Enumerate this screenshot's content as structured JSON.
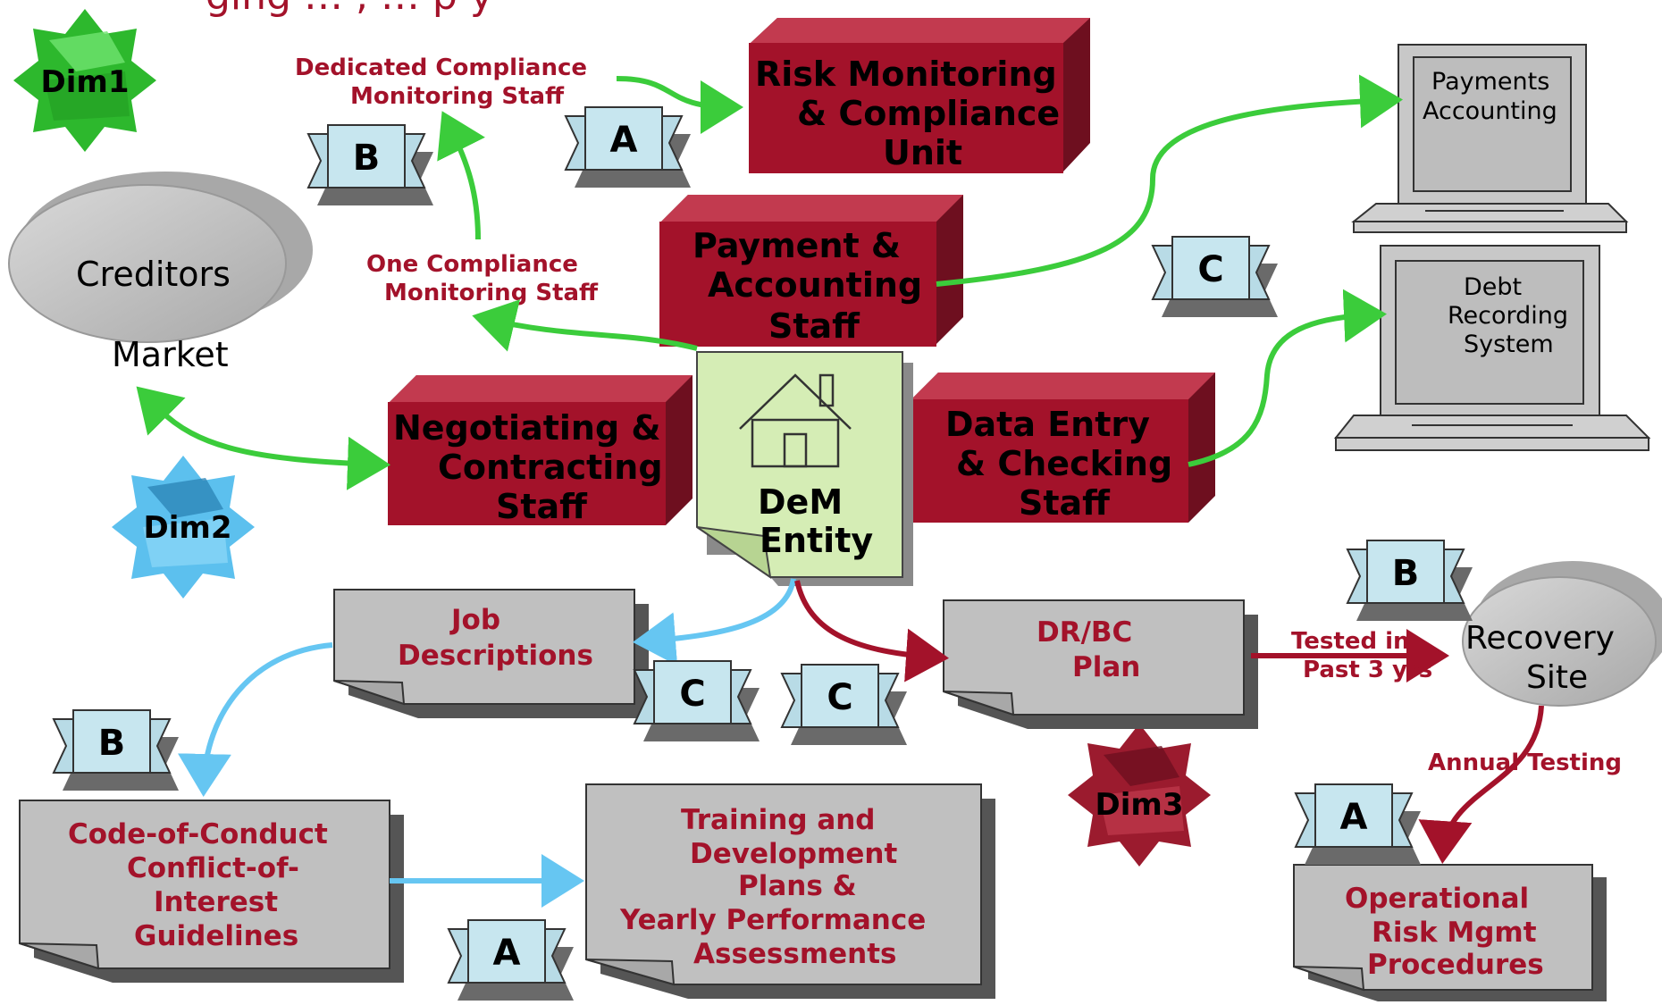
{
  "header": {
    "title_fragment": "ging … , … p y"
  },
  "dims": [
    {
      "label": "Dim1",
      "color": "#2ecc2e"
    },
    {
      "label": "Dim2",
      "color": "#4fb3e6"
    },
    {
      "label": "Dim3",
      "color": "#9b1b2e"
    }
  ],
  "units": {
    "risk": [
      "Risk Monitoring",
      "& Compliance",
      "Unit"
    ],
    "payment": [
      "Payment &",
      "Accounting",
      "Staff"
    ],
    "negotiating": [
      "Negotiating &",
      "Contracting",
      "Staff"
    ],
    "dataentry": [
      "Data Entry",
      "& Checking",
      "Staff"
    ]
  },
  "center": [
    "DeM",
    "Entity"
  ],
  "labels": {
    "dedicated": [
      "Dedicated Compliance",
      "Monitoring Staff"
    ],
    "one": [
      "One Compliance",
      "Monitoring Staff"
    ],
    "tested": [
      "Tested in",
      "Past 3 yrs"
    ],
    "annual": "Annual Testing"
  },
  "ovals": {
    "creditors": [
      "Creditors",
      "Market"
    ],
    "recovery": [
      "Recovery",
      "Site"
    ]
  },
  "laptops": {
    "payments": [
      "Payments",
      "Accounting"
    ],
    "debt": [
      "Debt",
      "Recording",
      "System"
    ]
  },
  "docs": {
    "job": [
      "Job",
      "Descriptions"
    ],
    "drbc": [
      "DR/BC",
      "Plan"
    ],
    "code": [
      "Code-of-Conduct",
      "Conflict-of-",
      "Interest",
      "Guidelines"
    ],
    "training": [
      "Training and",
      "Development",
      "Plans &",
      "Yearly Performance",
      "Assessments"
    ],
    "oprisk": [
      "Operational",
      "Risk Mgmt",
      "Procedures"
    ]
  },
  "ribbons": [
    "A",
    "B",
    "C"
  ],
  "colors": {
    "unit": "#a3122a",
    "doc_text": "#a3122a",
    "green_arrow": "#3bcc3b",
    "blue_arrow": "#66c6f2",
    "red_arrow": "#a3122a"
  }
}
